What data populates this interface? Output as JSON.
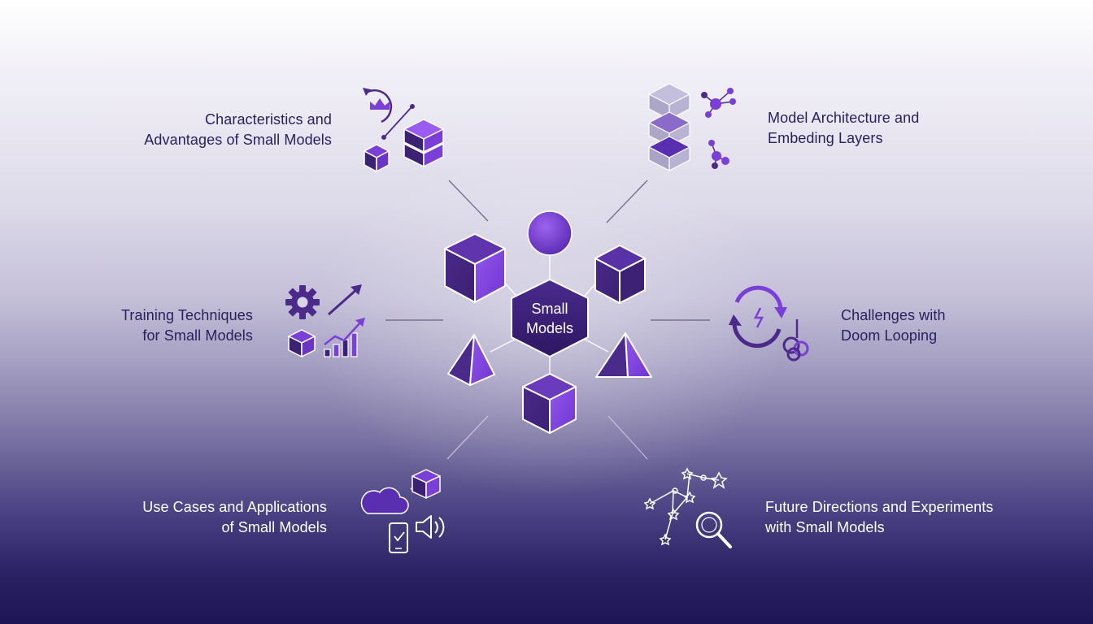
{
  "center": {
    "line1": "Small",
    "line2": "Models"
  },
  "topics": [
    {
      "line1": "Characteristics and",
      "line2": "Advantages of Small Models",
      "icon": "crown-cycle-cubes-icon"
    },
    {
      "line1": "Model Architecture and",
      "line2": "Embeding Layers",
      "icon": "layer-stack-network-icon"
    },
    {
      "line1": "Training Techniques",
      "line2": "for Small Models",
      "icon": "gear-growth-chart-icon"
    },
    {
      "line1": "Challenges with",
      "line2": "Doom Looping",
      "icon": "loop-knot-icon"
    },
    {
      "line1": "Use Cases and Applications",
      "line2": "of Small Models",
      "icon": "cloud-device-speaker-icon"
    },
    {
      "line1": "Future Directions and Experiments",
      "line2": "with Small Models",
      "icon": "constellation-magnifier-icon"
    }
  ],
  "colors": {
    "accent": "#7a3fd6",
    "accent_light": "#9a5cf0",
    "dark_face": "#3b2272",
    "hexagon": "#3a1f74",
    "text_dark": "#2a2060",
    "text_light": "#ffffff"
  }
}
